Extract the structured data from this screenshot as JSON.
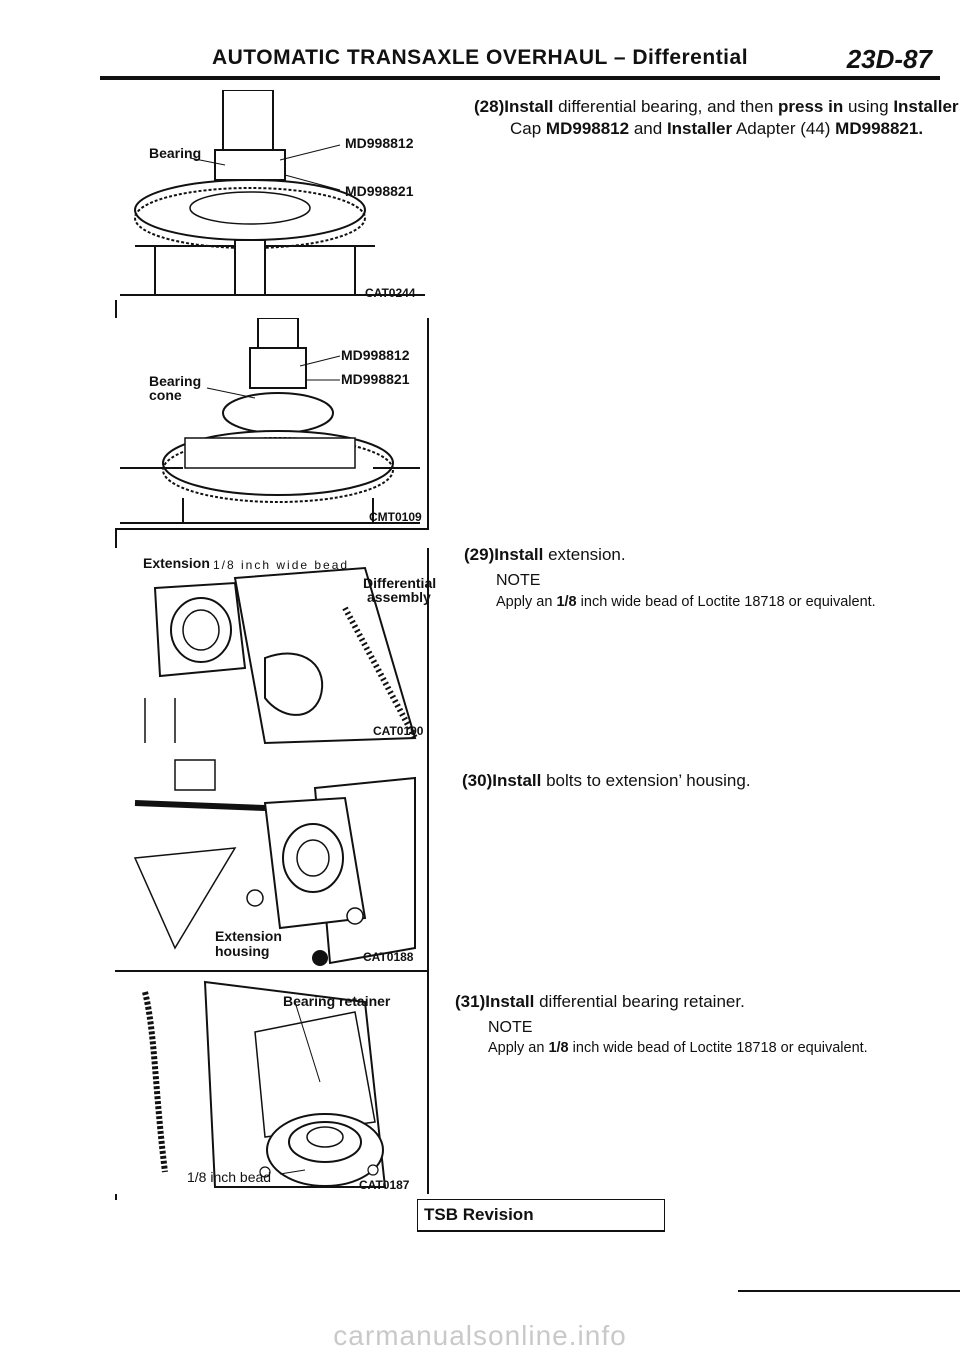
{
  "header": {
    "title_main": "AUTOMATIC TRANSAXLE OVERHAUL",
    "title_dash": "–",
    "title_section": "Differential",
    "page_code": "23D-87"
  },
  "figures": [
    {
      "id": "fig1",
      "labels": [
        "Bearing",
        "MD998812",
        "MD998821"
      ],
      "code": "CAT0244"
    },
    {
      "id": "fig2",
      "labels": [
        "Bearing",
        "cone",
        "MD998812",
        "MD998821"
      ],
      "code": "CMT0109"
    },
    {
      "id": "fig3",
      "labels": [
        "Extension",
        "1/8 inch wide bead",
        "Differential",
        "assembly"
      ],
      "code": "CAT0190"
    },
    {
      "id": "fig4",
      "labels": [
        "Extension",
        "housing"
      ],
      "code": "CAT0188"
    },
    {
      "id": "fig5",
      "labels": [
        "Bearing retainer",
        "1/8 inch bead"
      ],
      "code": "CAT0187"
    }
  ],
  "steps": [
    {
      "num": "(28)",
      "verb": "Install",
      "line1_a": "differential bearing, and then",
      "line1_b": "press in",
      "line1_c": "using",
      "line1_d": "Installer",
      "line2_a": "Cap",
      "line2_b": "MD998812",
      "line2_c": "and",
      "line2_d": "Installer",
      "line2_e": "Adapter (44)",
      "line2_f": "MD998821."
    },
    {
      "num": "(29)",
      "verb": "Install",
      "text": "extension.",
      "note_heading": "NOTE",
      "note_a": "Apply an",
      "note_b": "1/8",
      "note_c": "inch wide bead of Loctite 18718 or equivalent."
    },
    {
      "num": "(30)",
      "verb": "Install",
      "text": "bolts to extension’ housing."
    },
    {
      "num": "(31)",
      "verb": "Install",
      "text": "differential bearing retainer.",
      "note_heading": "NOTE",
      "note_a": "Apply an",
      "note_b": "1/8",
      "note_c": "inch wide bead of Loctite 18718 or equivalent."
    }
  ],
  "footer": {
    "label": "TSB Revision"
  },
  "watermark": "carmanualsonline.info"
}
